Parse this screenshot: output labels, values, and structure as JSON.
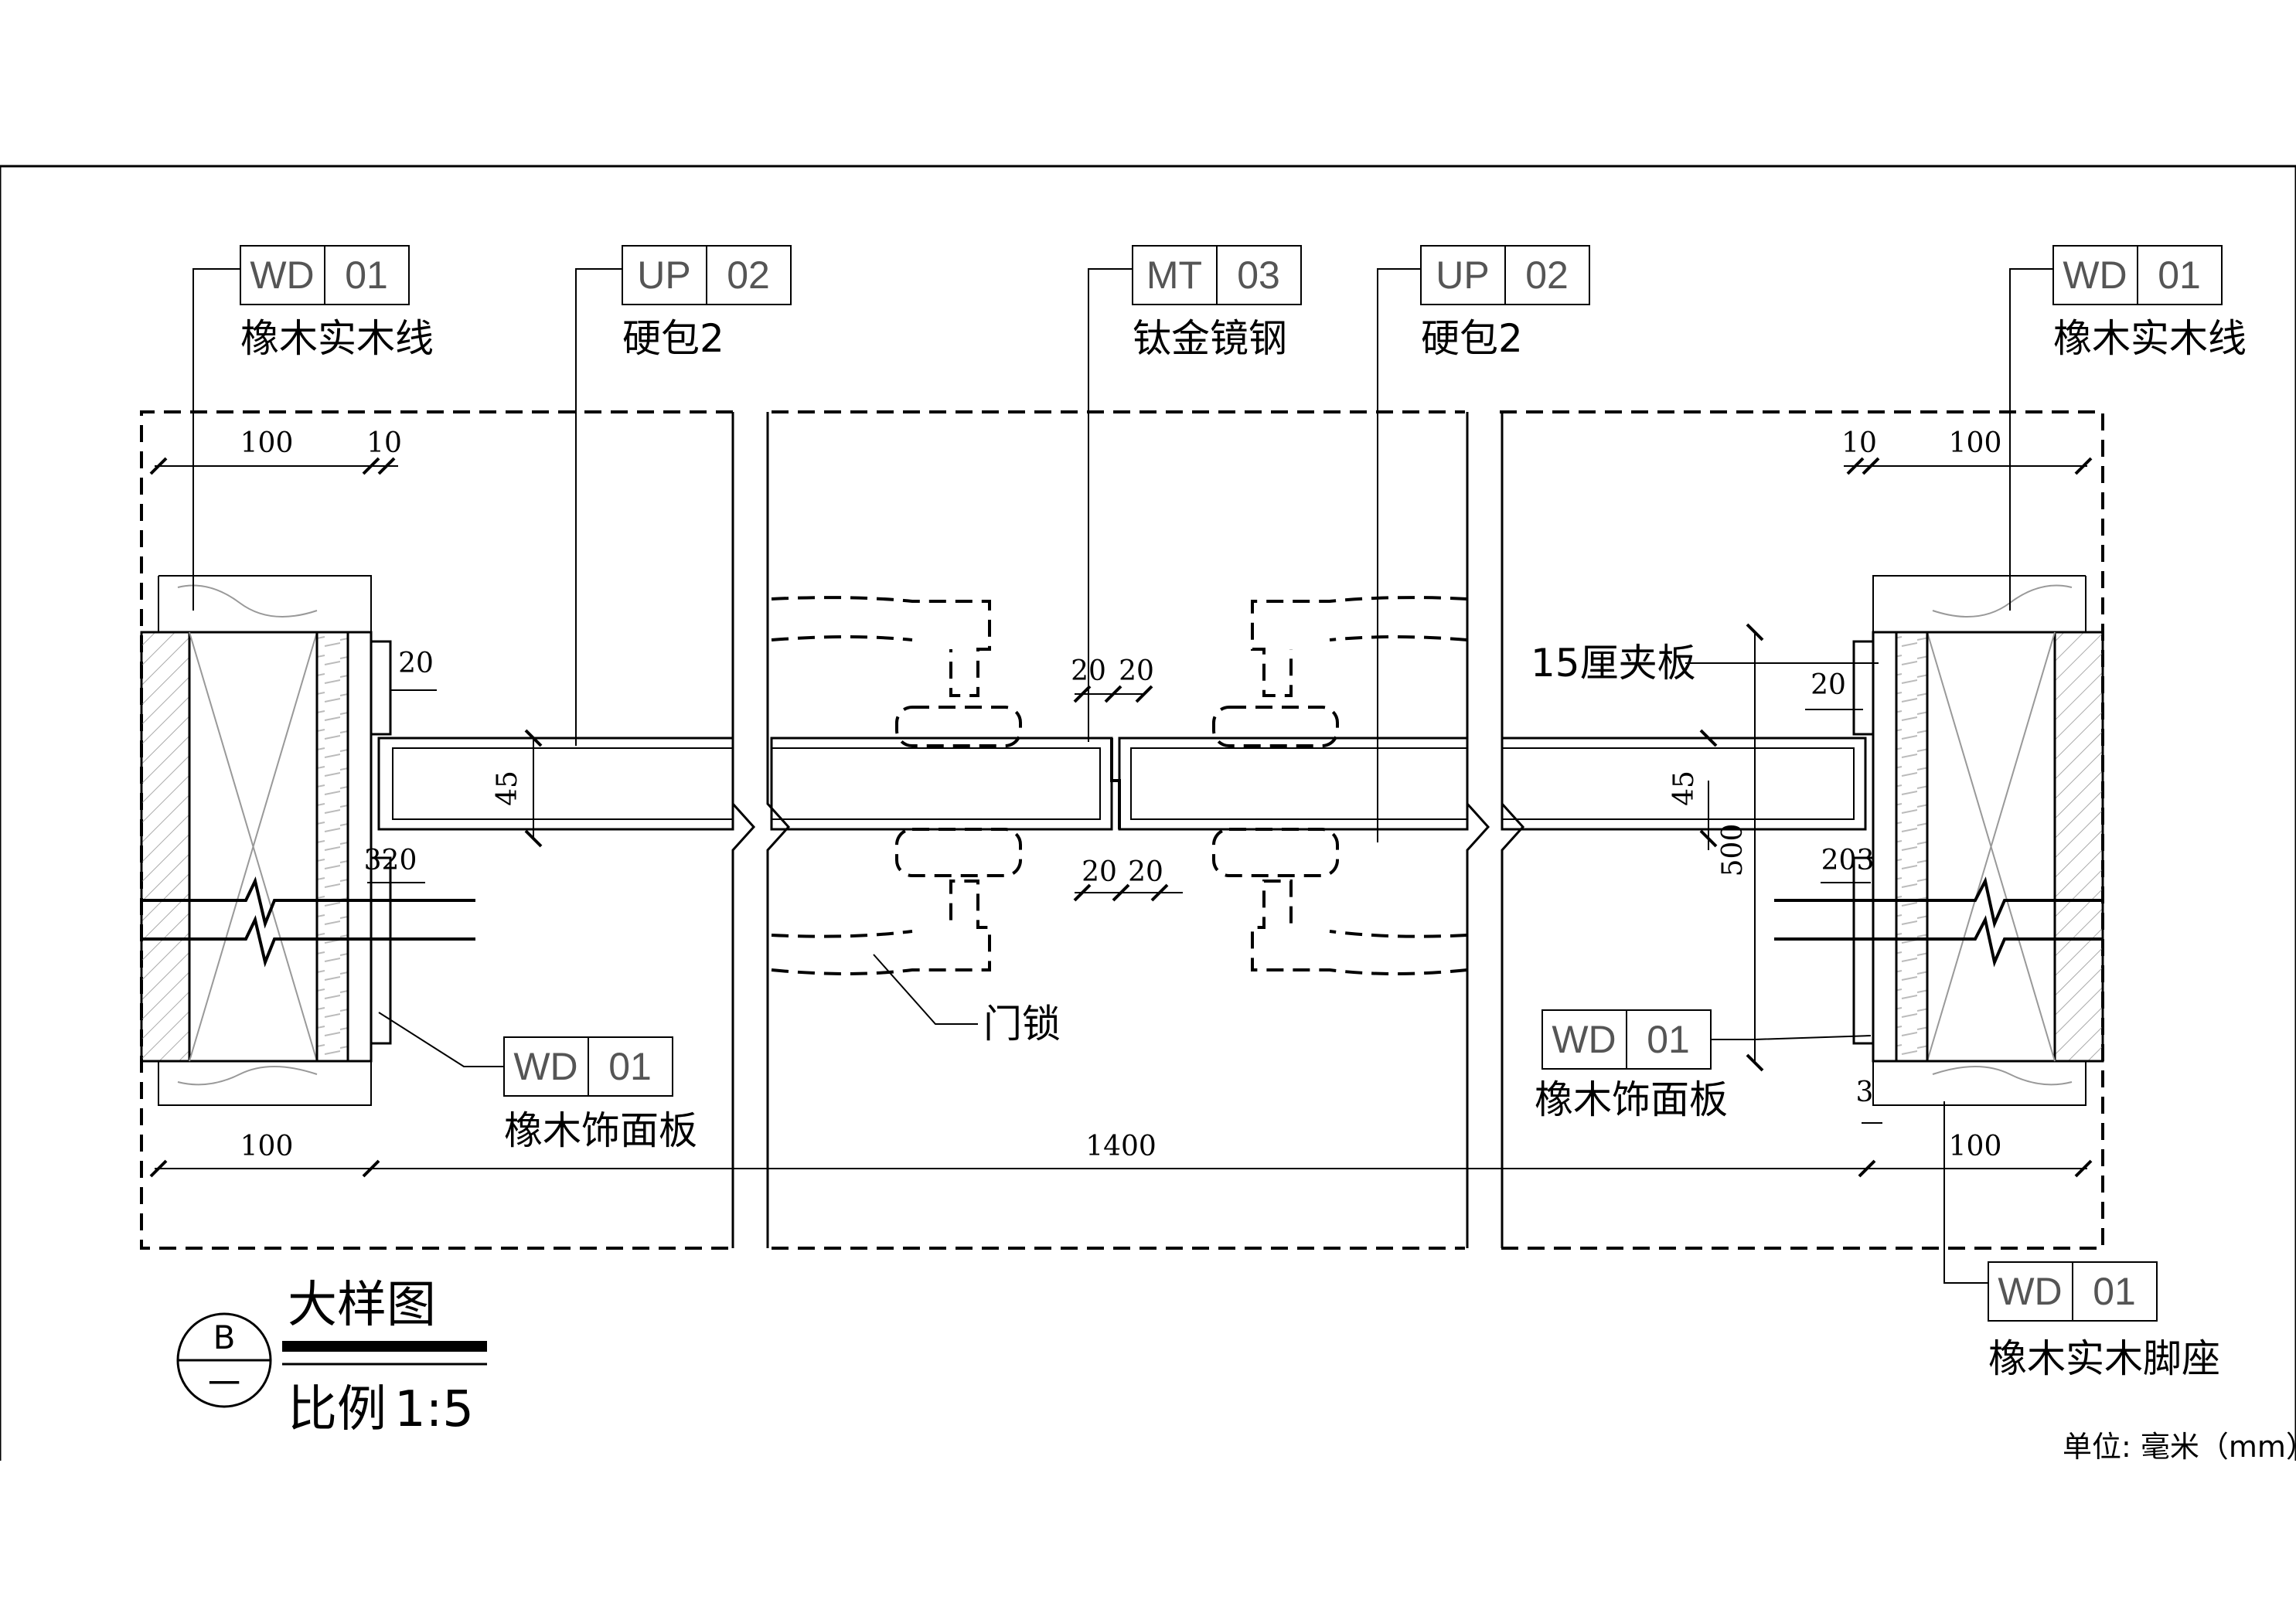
{
  "tags": [
    {
      "code": "WD",
      "num": "01",
      "label": "橡木实木线"
    },
    {
      "code": "UP",
      "num": "02",
      "label": "硬包2"
    },
    {
      "code": "MT",
      "num": "03",
      "label": "钛金镜钢"
    },
    {
      "code": "UP",
      "num": "02",
      "label": "硬包2"
    },
    {
      "code": "WD",
      "num": "01",
      "label": "橡木实木线"
    },
    {
      "code": "WD",
      "num": "01",
      "label": "橡木饰面板"
    },
    {
      "code": "WD",
      "num": "01",
      "label": "橡木饰面板"
    },
    {
      "code": "WD",
      "num": "01",
      "label": "橡木实木脚座"
    }
  ],
  "labels": {
    "plywood": "15厘夹板",
    "lock": "门锁"
  },
  "dims": {
    "d100a": "100",
    "d10a": "10",
    "d10b": "10",
    "d100b": "100",
    "d20a": "20",
    "d320": "320",
    "d45a": "45",
    "d2020a": "20",
    "d2020b": "20",
    "d2020c": "20",
    "d2020d": "20",
    "d45b": "45",
    "d20b": "20",
    "d500": "500",
    "d203": "203",
    "d3": "3",
    "d100c": "100",
    "d1400": "1400",
    "d100d": "100"
  },
  "title": {
    "circle_letter": "B",
    "circle_mark": "一",
    "name": "大样图",
    "scale_label": "比例",
    "scale_value": "1:5"
  },
  "unit": "单位: 毫米（mm）"
}
